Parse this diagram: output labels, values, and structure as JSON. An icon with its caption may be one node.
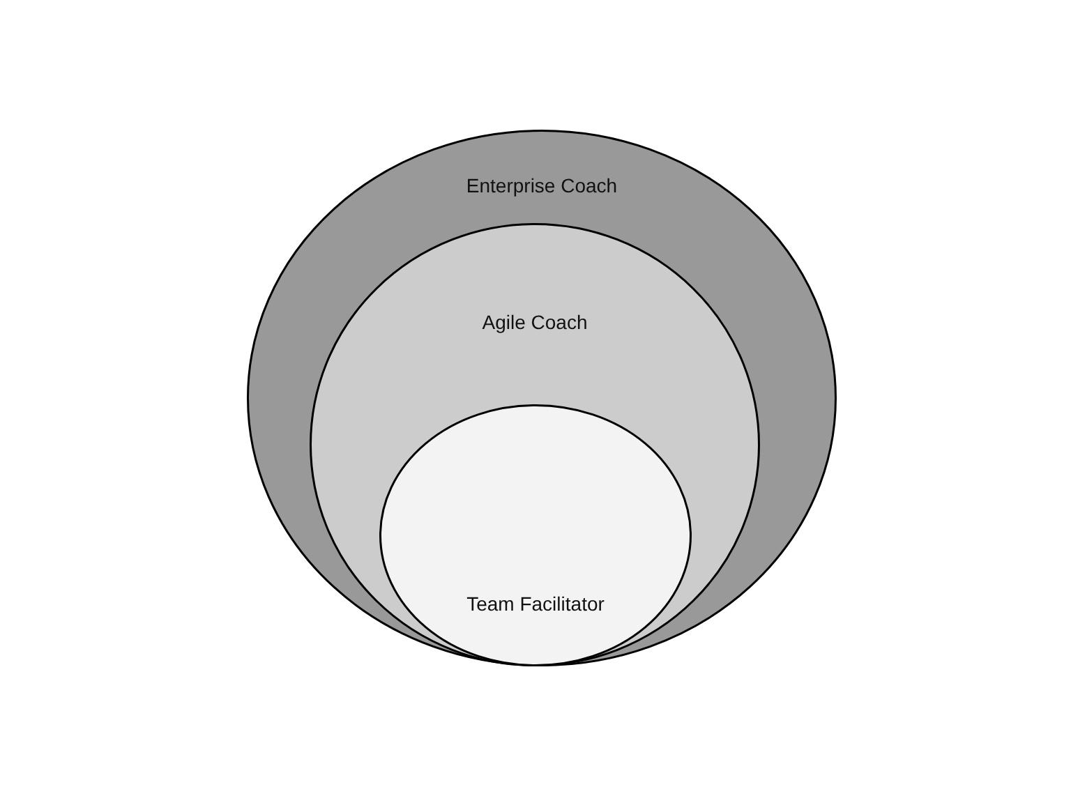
{
  "diagram": {
    "nodes": [
      {
        "text": [
          "Enterprise Coach"
        ]
      },
      {
        "text": [
          "Agile Coach"
        ],
        "in": 0
      },
      {
        "text": [
          "Team Facilitator"
        ],
        "in": 1
      }
    ]
  }
}
